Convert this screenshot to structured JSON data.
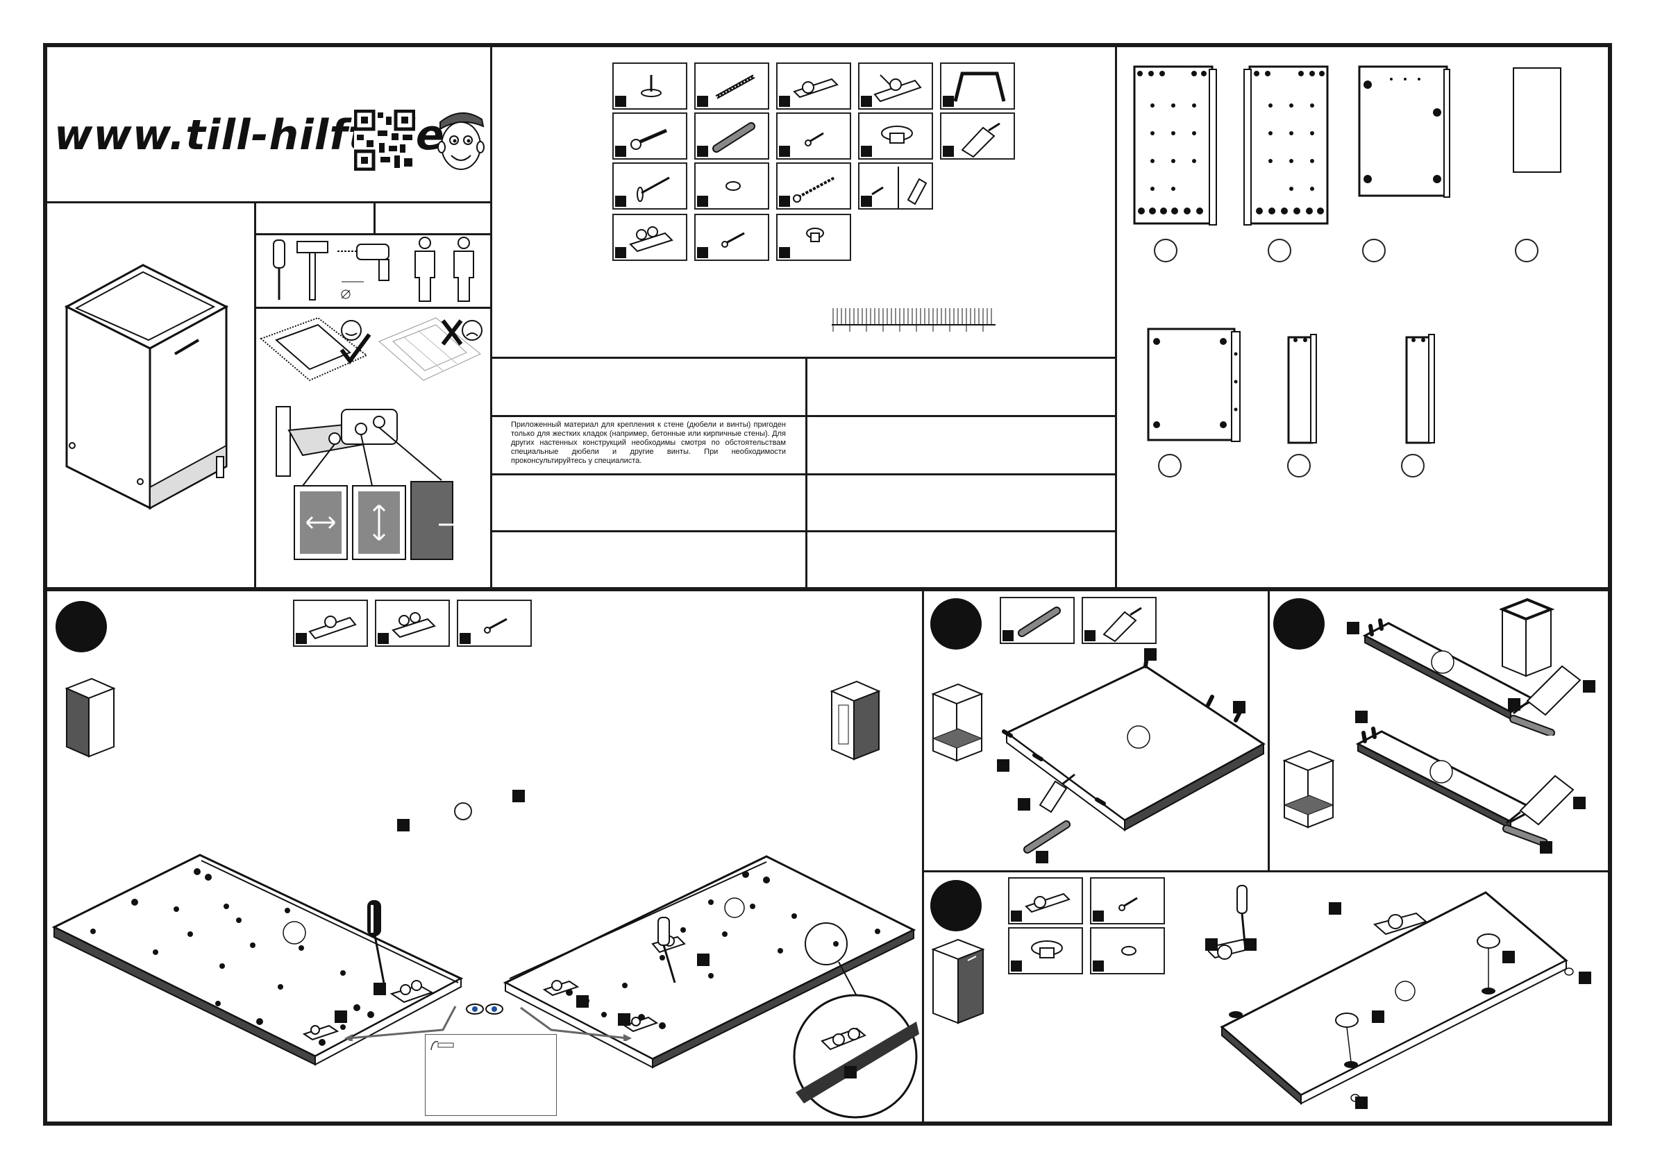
{
  "header": {
    "website": "www.till-hilft.de"
  },
  "notice": {
    "text": "Приложенный материал для крепления к стене (дюбели и винты) пригоден только для жестких кладок (например, бетонные или кирпичные стены). Для других настенных конструкций необходимы смотря по обстоятельствам специальные дюбели и другие винты. При необходимости проконсультируйтесь у специалиста."
  },
  "fittings": [
    {
      "icon": "leveling-foot-icon"
    },
    {
      "icon": "screw-icon"
    },
    {
      "icon": "hinge-icon"
    },
    {
      "icon": "hinge-plate-icon"
    },
    {
      "icon": "handle-icon"
    },
    {
      "icon": "bolt-icon"
    },
    {
      "icon": "wooden-dowel-icon"
    },
    {
      "icon": "small-screw-icon"
    },
    {
      "icon": "cap-icon"
    },
    {
      "icon": "glue-tube-icon"
    },
    {
      "icon": "nail-icon"
    },
    {
      "icon": "cover-cap-icon"
    },
    {
      "icon": "long-screw-icon"
    },
    {
      "icon": "screw-and-dowel-icon"
    },
    {
      "icon": "hinge-mount-icon"
    },
    {
      "icon": "short-screw-icon"
    },
    {
      "icon": "round-knob-icon"
    }
  ],
  "icons": {
    "tools": [
      "screwdriver-icon",
      "hammer-icon",
      "drill-icon",
      "two-people-icon"
    ],
    "surface": [
      "soft-surface-ok-icon",
      "hard-surface-bad-icon"
    ],
    "mascot": "mascot-face-icon",
    "qr": "qr-code-icon",
    "eyes": "eyes-icon"
  },
  "steps": [
    {
      "id": 1,
      "fittings": [
        "hinge-plate-icon",
        "hinge-mount-icon",
        "short-screw-icon"
      ]
    },
    {
      "id": 2,
      "fittings": [
        "wooden-dowel-icon",
        "glue-tube-icon"
      ]
    },
    {
      "id": 3,
      "fittings": []
    },
    {
      "id": 4,
      "fittings": [
        "hinge-icon",
        "small-screw-icon",
        "round-knob-icon",
        "cover-cap-icon"
      ]
    }
  ]
}
